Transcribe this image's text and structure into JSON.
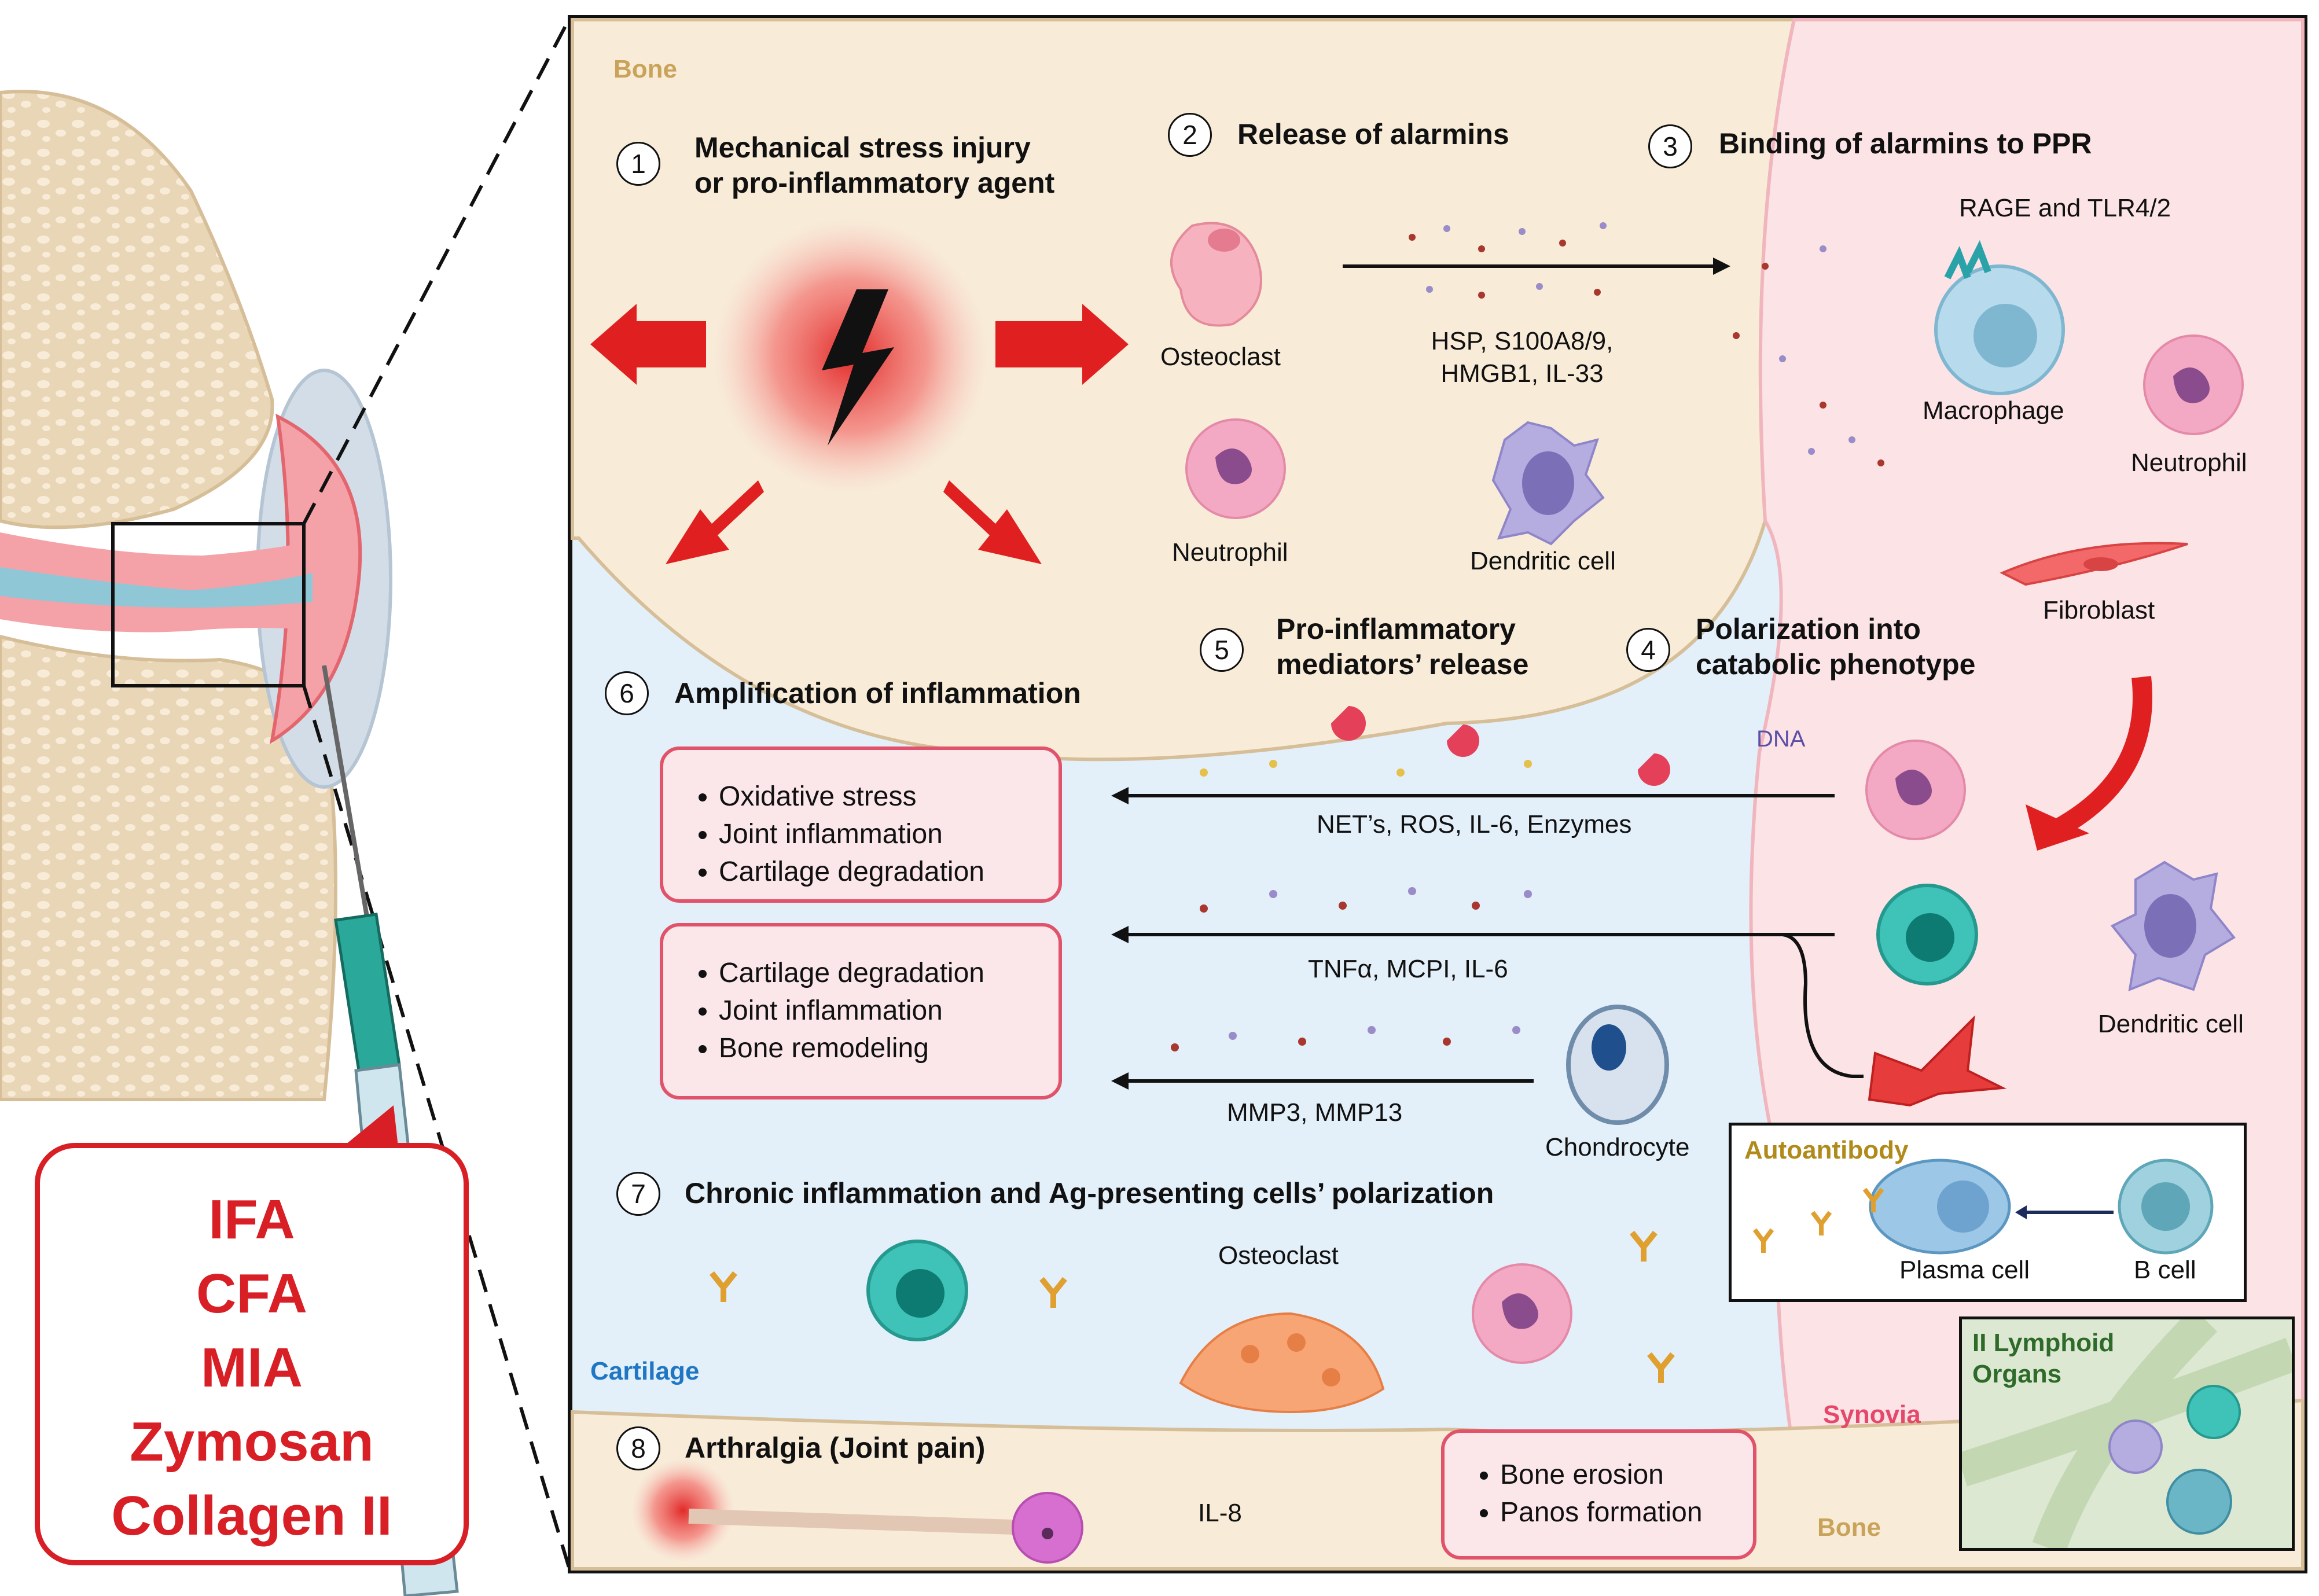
{
  "regions": {
    "bone_top": "Bone",
    "cartilage": "Cartilage",
    "synovia": "Synovia",
    "bone_bottom": "Bone"
  },
  "steps": [
    {
      "num": "1",
      "line1": "Mechanical stress injury",
      "line2": "or pro-inflammatory agent"
    },
    {
      "num": "2",
      "line1": "Release of alarmins",
      "line2": ""
    },
    {
      "num": "3",
      "line1": "Binding of alarmins to PPR",
      "line2": ""
    },
    {
      "num": "4",
      "line1": "Polarization into",
      "line2": "catabolic phenotype"
    },
    {
      "num": "5",
      "line1": "Pro-inflammatory",
      "line2": "mediators’ release"
    },
    {
      "num": "6",
      "line1": "Amplification of inflammation",
      "line2": ""
    },
    {
      "num": "7",
      "line1": "Chronic inflammation and Ag-presenting cells’ polarization",
      "line2": ""
    },
    {
      "num": "8",
      "line1": "Arthralgia (Joint pain)",
      "line2": ""
    }
  ],
  "cells": {
    "osteoclast_top": "Osteoclast",
    "neutrophil_left": "Neutrophil",
    "dendritic_top": "Dendritic cell",
    "macrophage": "Macrophage",
    "neutrophil_right": "Neutrophil",
    "fibroblast": "Fibroblast",
    "dendritic_right": "Dendritic cell",
    "chondrocyte": "Chondrocyte",
    "osteoclast_bottom": "Osteoclast",
    "plasma_cell": "Plasma cell",
    "b_cell": "B cell"
  },
  "mediators": {
    "alarmins_line1": "HSP, S100A8/9,",
    "alarmins_line2": "HMGB1, IL-33",
    "receptors": "RAGE and TLR4/2",
    "dna": "DNA",
    "nets": "NET’s, ROS, IL-6, Enzymes",
    "tnf": "TNFα, MCPI, IL-6",
    "mmp": "MMP3, MMP13",
    "il8": "IL-8"
  },
  "box1": [
    "Oxidative stress",
    "Joint inflammation",
    "Cartilage degradation"
  ],
  "box2": [
    "Cartilage degradation",
    "Joint inflammation",
    "Bone remodeling"
  ],
  "box3": [
    "Bone erosion",
    "Panos formation"
  ],
  "autoantibody": "Autoantibody",
  "lymphoid": {
    "line1": "II Lymphoid",
    "line2": "Organs"
  },
  "models": [
    "IFA",
    "CFA",
    "MIA",
    "Zymosan",
    "Collagen II"
  ],
  "colors": {
    "model_red": "#d81f26",
    "bone": "#f8ecd9",
    "cartilage": "#e3eff9",
    "synovia": "#fbe3e6",
    "box_border": "#e0536a",
    "bone_label": "#c9a35a",
    "cartilage_label": "#1f77c4",
    "synovia_label": "#e5486a",
    "autoantibody_label": "#b08a1a",
    "lymphoid_label": "#2e6b2a"
  }
}
